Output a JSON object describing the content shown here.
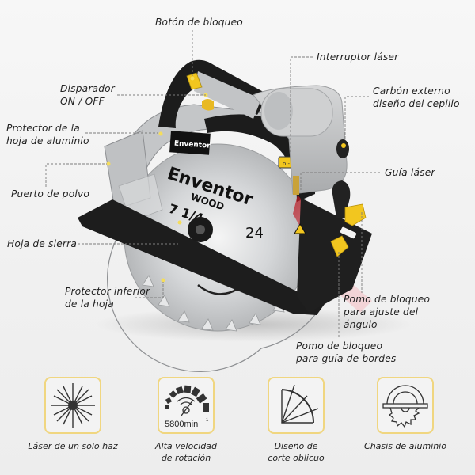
{
  "product": {
    "brand": "Enventor",
    "blade_brand": "Enventor",
    "blade_type": "WOOD",
    "blade_size": "7 1/4",
    "blade_teeth": "24"
  },
  "callouts": [
    {
      "id": "lock-button",
      "lines": [
        "Botón de bloqueo"
      ]
    },
    {
      "id": "laser-switch",
      "lines": [
        "Interruptor láser"
      ]
    },
    {
      "id": "trigger",
      "lines": [
        "Disparador",
        "ON / OFF"
      ]
    },
    {
      "id": "external-carbon-brush",
      "lines": [
        "Carbón externo",
        "diseño del cepillo"
      ]
    },
    {
      "id": "aluminum-blade-guard",
      "lines": [
        "Protector de la",
        "hoja de aluminio"
      ]
    },
    {
      "id": "laser-guide",
      "lines": [
        "Guía láser"
      ]
    },
    {
      "id": "dust-port",
      "lines": [
        "Puerto de polvo"
      ]
    },
    {
      "id": "saw-blade",
      "lines": [
        "Hoja de sierra"
      ]
    },
    {
      "id": "lower-blade-guard",
      "lines": [
        "Protector inferior",
        "de la hoja"
      ]
    },
    {
      "id": "bevel-lock-knob",
      "lines": [
        "Pomo de bloqueo",
        "para ajuste del",
        "ángulo"
      ]
    },
    {
      "id": "edge-guide-lock-knob",
      "lines": [
        "Pomo de bloqueo",
        "para guía de bordes"
      ]
    }
  ],
  "features": [
    {
      "icon": "laser-burst-icon",
      "lines": [
        "Láser de un solo haz"
      ]
    },
    {
      "icon": "speedometer-icon",
      "value": "5800min",
      "unit_sup": "-1",
      "lines": [
        "Alta velocidad",
        "de rotación"
      ]
    },
    {
      "icon": "bevel-angle-icon",
      "lines": [
        "Diseño de",
        "corte oblicuo"
      ]
    },
    {
      "icon": "aluminum-base-saw-icon",
      "lines": [
        "Chasis de aluminio"
      ]
    }
  ],
  "colors": {
    "accent_yellow": "#f2c61f",
    "feature_border": "#f0d680",
    "body_gray": "#b9bbbd",
    "body_dark": "#1c1c1c",
    "laser_red": "#c0202a"
  }
}
